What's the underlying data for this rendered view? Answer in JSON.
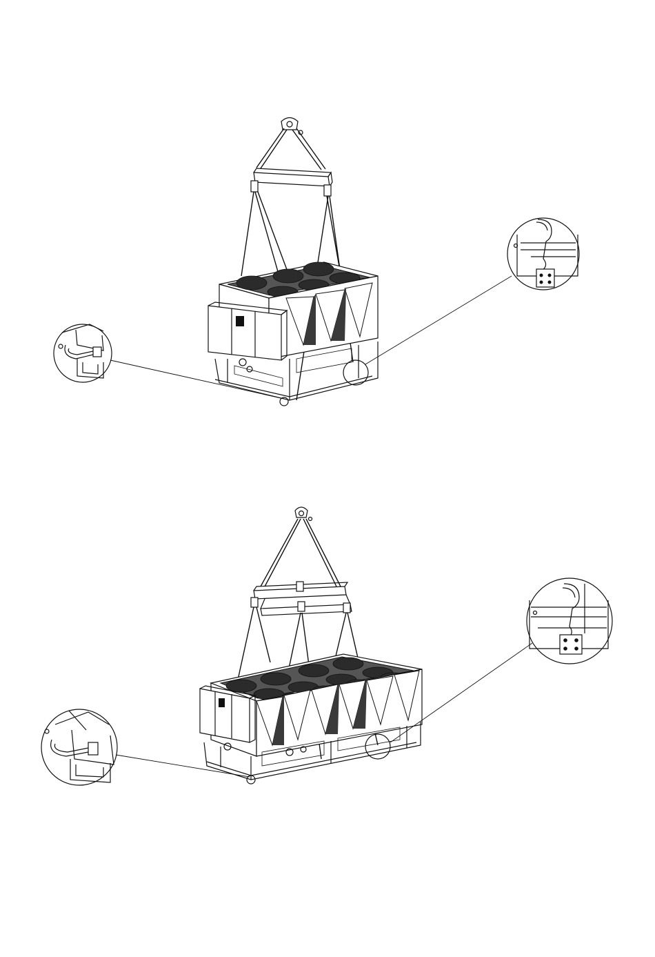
{
  "figures": [
    {
      "id": "top",
      "fan_count": 6,
      "spreader_type": "single-beam"
    },
    {
      "id": "bottom",
      "fan_count": 12,
      "spreader_type": "h-frame"
    }
  ],
  "colors": {
    "ink": "#111111",
    "fan_plate": "#555555",
    "fan": "#2b2b2b",
    "paper": "#ffffff"
  }
}
